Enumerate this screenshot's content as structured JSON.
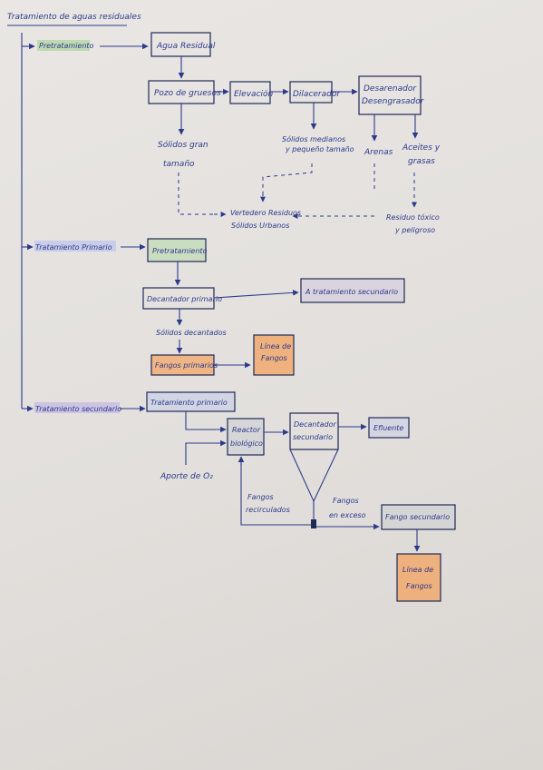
{
  "title": "Tratamiento de aguas residuales",
  "sections": {
    "pretratamiento": "Pretratamiento",
    "primario": "Tratamiento Primario",
    "secundario": "Tratamiento secundario"
  },
  "boxes": {
    "agua_residual": "Agua Residual",
    "pozo_gruesos": "Pozo de gruesos",
    "elevacion": "Elevación",
    "dilacerador": "Dilacerador",
    "desarenador_1": "Desarenador",
    "desarenador_2": "Desengrasador",
    "pretratamiento_box": "Pretratamiento",
    "decantador_primario": "Decantador primario",
    "a_tratamiento_secundario": "A tratamiento secundario",
    "fangos_primarios": "Fangos primarios",
    "linea_fangos_1_a": "Línea de",
    "linea_fangos_1_b": "Fangos",
    "tratamiento_primario_box": "Tratamiento primario",
    "reactor_1": "Reactor",
    "reactor_2": "biológico",
    "decantador_sec_1": "Decantador",
    "decantador_sec_2": "secundario",
    "efluente": "Efluente",
    "fango_secundario": "Fango secundario",
    "linea_fangos_2_a": "Línea de",
    "linea_fangos_2_b": "Fangos"
  },
  "labels": {
    "solidos_gran_1": "Sólidos gran",
    "solidos_gran_2": "tamaño",
    "solidos_med_1": "Sólidos medianos",
    "solidos_med_2": "y pequeño tamaño",
    "arenas": "Arenas",
    "aceites_1": "Aceites y",
    "aceites_2": "grasas",
    "vertedero_1": "Vertedero Residuos",
    "vertedero_2": "Sólidos Urbanos",
    "residuo_toxico_1": "Residuo tóxico",
    "residuo_toxico_2": "y peligroso",
    "solidos_decantados": "Sólidos decantados",
    "aporte_o2": "Aporte de O₂",
    "fangos_recirc_1": "Fangos",
    "fangos_recirc_2": "recirculados",
    "fangos_exceso_1": "Fangos",
    "fangos_exceso_2": "en exceso"
  },
  "colors": {
    "ink": "#2d3a8c",
    "highlight_green": "#b7d8a8",
    "highlight_blue": "#c2c9ec",
    "highlight_purple": "#c9bde3",
    "highlight_orange": "#f3a25e",
    "highlight_gray": "#c7cbd2"
  }
}
